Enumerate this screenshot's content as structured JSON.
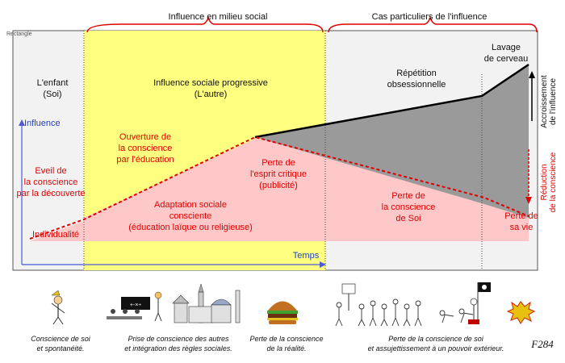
{
  "header": {
    "influence_social": "Influence en milieu social",
    "cas_particuliers": "Cas particuliers de l'influence",
    "rectangle_label": "Rectangle"
  },
  "axes": {
    "y_label": "Influence",
    "x_label": "Temps",
    "accroissement": "Accroissement\nde l'influence",
    "reduction": "Réduction\nde la conscience"
  },
  "columns": {
    "enfant": "L'enfant\n(Soi)",
    "influence_progressive": "Influence sociale progressive\n(L'autre)",
    "repetition": "Répétition\nobsessionnelle",
    "lavage": "Lavage\nde cerveau"
  },
  "labels": {
    "eveil": "Eveil de\nla conscience\npar la découverte",
    "individualite": "Individualité",
    "ouverture": "Ouverture de\nla conscience\npar l'éducation",
    "adaptation": "Adaptation sociale\nconsciente\n(éducation laïque ou religieuse)",
    "perte_esprit": "Perte de\nl'esprit critique\n(publicité)",
    "perte_soi": "Perte de\nla conscience\nde Soi",
    "perte_vie": "Perte de\nsa vie"
  },
  "captions": {
    "c1": "Conscience de soi\net spontanéité.",
    "c2": "Prise de conscience des autres\net intégration des règles sociales.",
    "c3": "Perte de la conscience\nde la réalité.",
    "c4": "Perte de la conscience de soi\net assujettissement à un pouvoir extérieur."
  },
  "signature": "F284",
  "colors": {
    "panel_bg": "#f2f2f2",
    "yellow": "#ffff80",
    "pink": "#ffc8c8",
    "grey_wedge": "#9a9a9a",
    "red_accent": "#e00000",
    "blue_axis": "#4a5ad8"
  }
}
